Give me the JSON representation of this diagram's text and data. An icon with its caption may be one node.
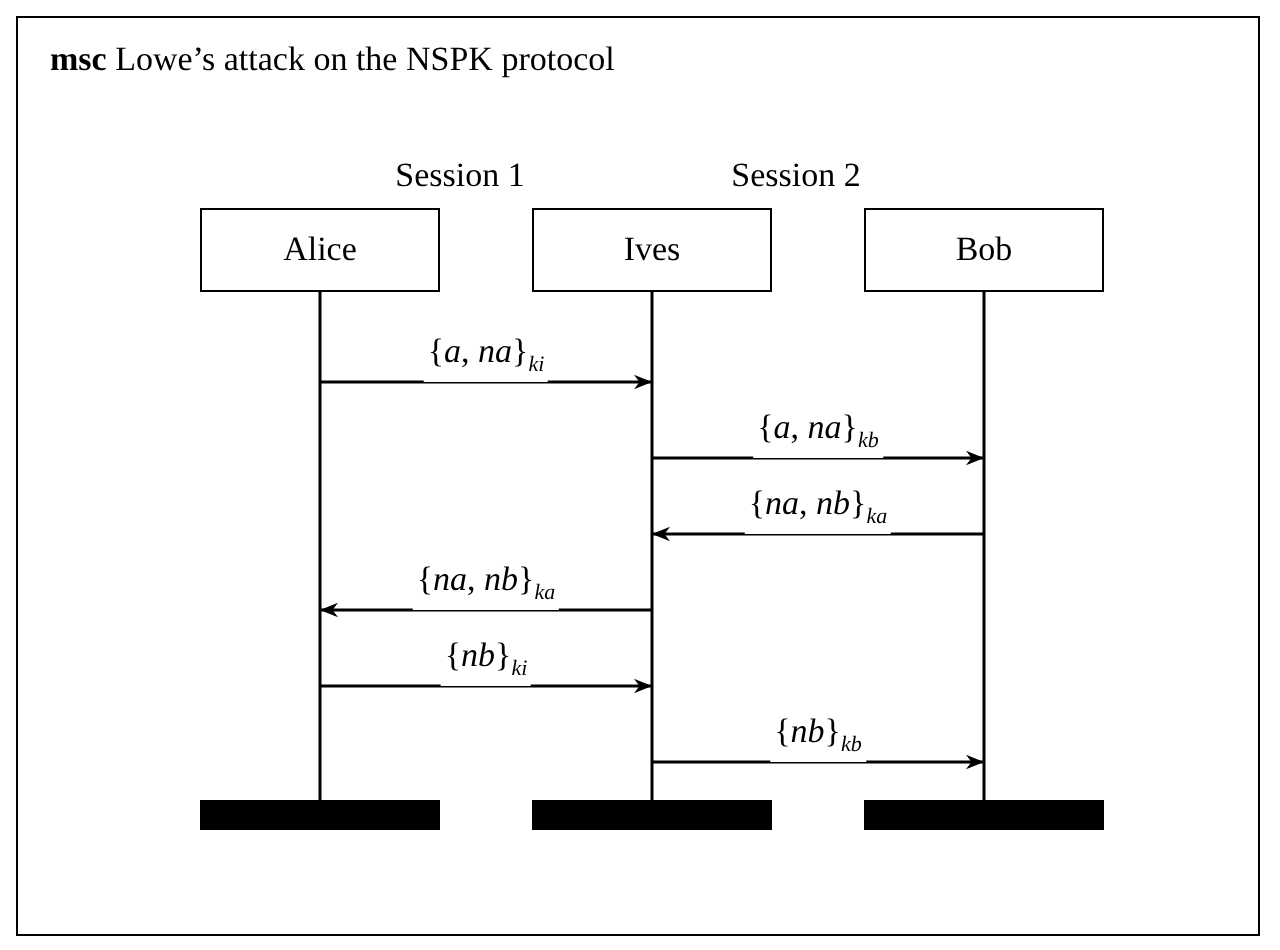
{
  "diagram": {
    "title": "**msc** Lowe’s attack on the NSPK protocol",
    "nodes": [
      {
        "text": [
          "Alice"
        ]
      },
      {
        "text": [
          "Ives"
        ]
      },
      {
        "text": [
          "Bob"
        ]
      }
    ],
    "edges": [
      {
        "from": 0,
        "to": 1,
        "arrow": "to",
        "label": "{*a*, *na*}$_{ki}$"
      },
      {
        "from": 1,
        "to": 2,
        "arrow": "to",
        "label": "{*a*, *na*}$_{kb}$"
      },
      {
        "from": 2,
        "to": 1,
        "arrow": "to",
        "label": "{*na*, *nb*}$_{ka}$"
      },
      {
        "from": 1,
        "to": 0,
        "arrow": "to",
        "label": "{*na*, *nb*}$_{ka}$"
      },
      {
        "from": 0,
        "to": 1,
        "arrow": "to",
        "label": "{*nb*}$_{ki}$"
      },
      {
        "from": 1,
        "to": 2,
        "arrow": "to",
        "label": "{*nb*}$_{kb}$"
      }
    ],
    "labels": [
      "Session 1",
      "Session 2"
    ]
  }
}
